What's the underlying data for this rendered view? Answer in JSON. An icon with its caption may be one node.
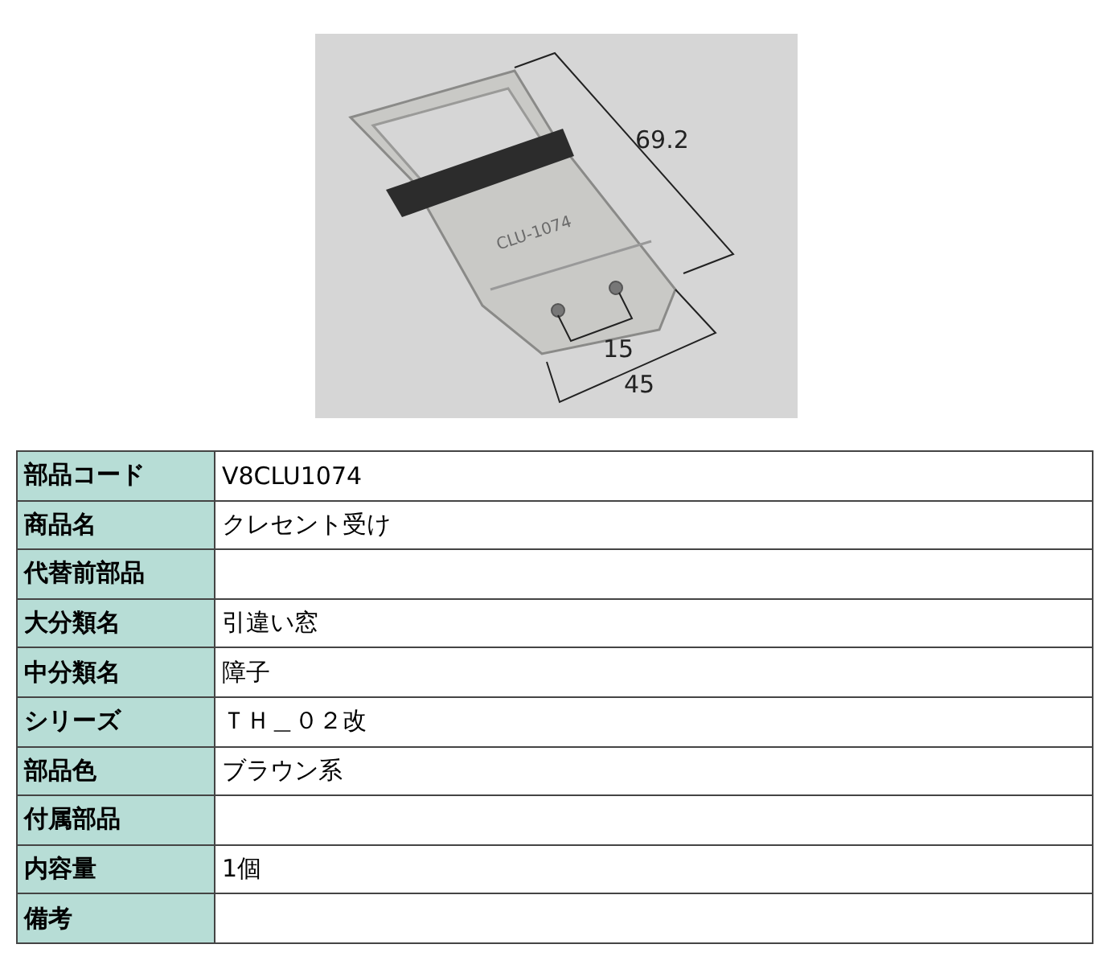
{
  "diagram": {
    "labels": [
      "69.2",
      "15",
      "45",
      "CLU-1074",
      "部品コード",
      "V8CLU1074",
      "商品名",
      "クレセント受け",
      "代替前部品",
      "大分類名",
      "引違い窓",
      "中分類名",
      "障子",
      "シリーズ",
      "ＴＨ＿０２改",
      "部品色",
      "ブラウン系",
      "付属部品",
      "内容量",
      "1個",
      "備考"
    ]
  }
}
